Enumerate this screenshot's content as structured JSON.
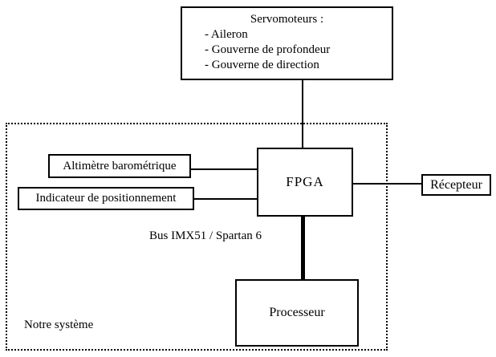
{
  "diagram": {
    "servo_box": {
      "title": "Servomoteurs :",
      "items": [
        "- Aileron",
        "- Gouverne de profondeur",
        "- Gouverne de direction"
      ]
    },
    "altimeter_box": {
      "label": "Altimètre barométrique"
    },
    "position_box": {
      "label": "Indicateur de positionnement"
    },
    "fpga_box": {
      "label": "FPGA"
    },
    "receiver_box": {
      "label": "Récepteur"
    },
    "processor_box": {
      "label": "Processeur"
    },
    "bus_label": "Bus IMX51 / Spartan 6",
    "system_label": "Notre système",
    "colors": {
      "line": "#000000",
      "background": "#ffffff",
      "text": "#000000"
    }
  }
}
